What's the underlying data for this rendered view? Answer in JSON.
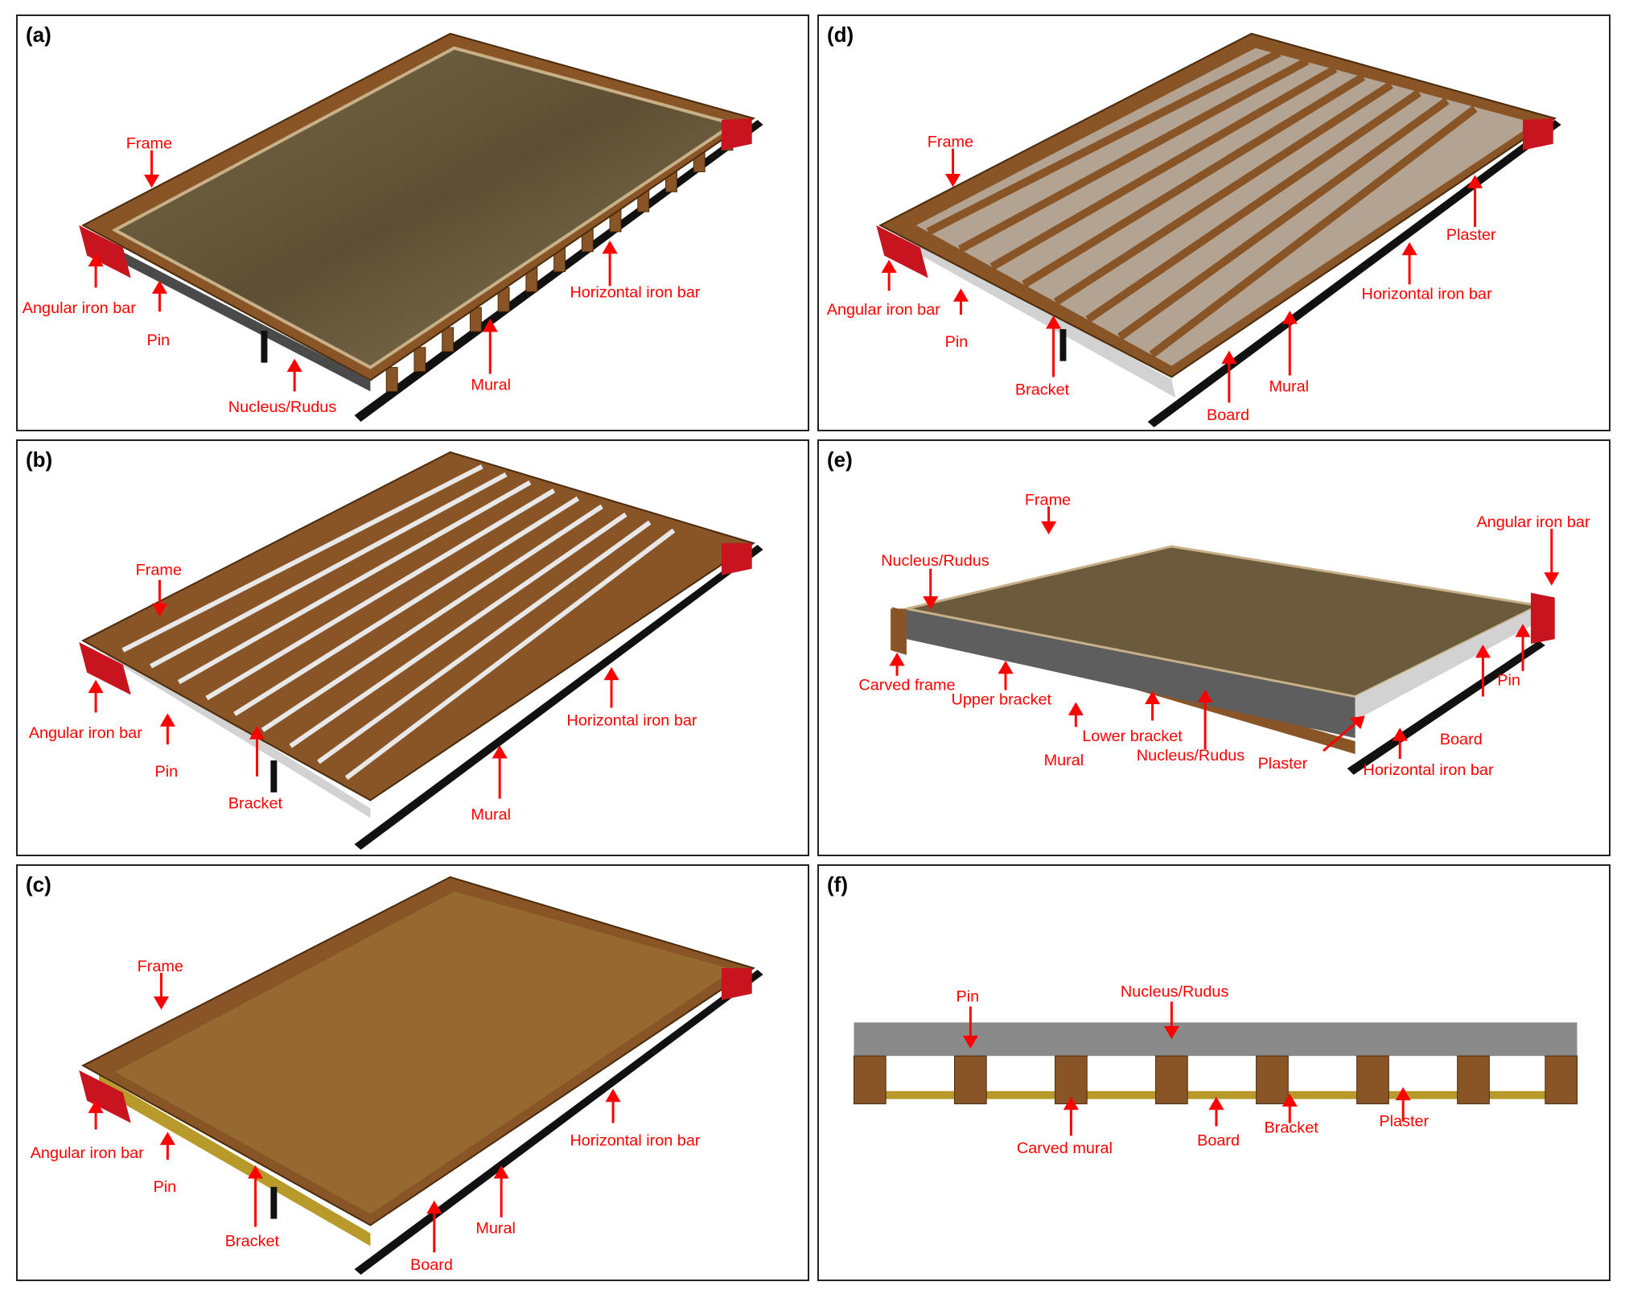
{
  "colors": {
    "label": "#ff0000",
    "wood": "#8a5526",
    "wood_dark": "#5c3512",
    "angular_bar": "#c8141e",
    "iron": "#101010",
    "nucleus": "#5e5e5e",
    "plaster": "#d2d2d2",
    "mural": "#6b5a3c",
    "board": "#b89a2a"
  },
  "panels": [
    {
      "id": "a",
      "label": "(a)",
      "labels": [
        "Frame",
        "Angular iron bar",
        "Pin",
        "Nucleus/Rudus",
        "Mural",
        "Horizontal iron bar"
      ]
    },
    {
      "id": "b",
      "label": "(b)",
      "labels": [
        "Frame",
        "Angular iron bar",
        "Pin",
        "Bracket",
        "Mural",
        "Horizontal iron bar"
      ]
    },
    {
      "id": "c",
      "label": "(c)",
      "labels": [
        "Frame",
        "Angular iron bar",
        "Pin",
        "Bracket",
        "Board",
        "Mural",
        "Horizontal iron bar"
      ]
    },
    {
      "id": "d",
      "label": "(d)",
      "labels": [
        "Frame",
        "Angular iron bar",
        "Pin",
        "Bracket",
        "Board",
        "Mural",
        "Horizontal iron bar",
        "Plaster"
      ]
    },
    {
      "id": "e",
      "label": "(e)",
      "labels": [
        "Frame",
        "Nucleus/Rudus",
        "Angular iron bar",
        "Carved frame",
        "Upper bracket",
        "Lower bracket",
        "Mural",
        "Nucleus/Rudus",
        "Plaster",
        "Board",
        "Pin",
        "Horizontal iron bar"
      ]
    },
    {
      "id": "f",
      "label": "(f)",
      "labels": [
        "Pin",
        "Nucleus/Rudus",
        "Carved mural",
        "Board",
        "Bracket",
        "Plaster"
      ]
    }
  ]
}
